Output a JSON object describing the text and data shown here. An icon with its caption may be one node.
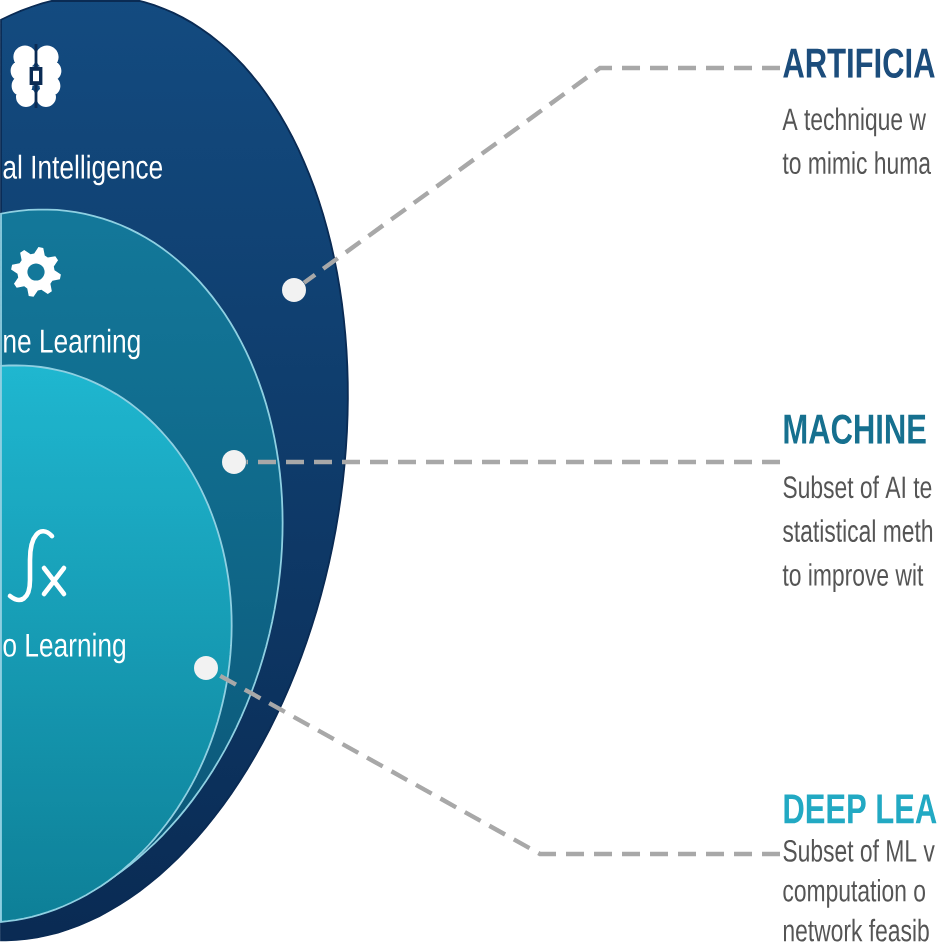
{
  "diagram": {
    "nodes": [
      {
        "text": [
          "al Intelligence"
        ]
      },
      {
        "text": [
          "ne Learning"
        ],
        "in": 0
      },
      {
        "text": [
          "o Learning"
        ],
        "in": 1
      },
      {
        "text": [],
        "shape": "circle",
        "in": 0
      },
      {
        "text": [],
        "shape": "circle",
        "in": 1
      },
      {
        "text": [],
        "shape": "circle",
        "in": 2
      },
      {
        "text": [
          "ARTIFICIA",
          "A technique w to mimic huma"
        ]
      },
      {
        "text": [
          "MACHINE",
          "Subset of AI te statistical meth to improve wit"
        ]
      },
      {
        "text": [
          "DEEP LEA",
          "Subset of ML v computation o network feasib"
        ]
      }
    ],
    "edges": [
      {
        "from": 6,
        "to": 3,
        "arrow": "none",
        "style": "dashed"
      },
      {
        "from": 7,
        "to": 4,
        "arrow": "none",
        "style": "dashed"
      },
      {
        "from": 8,
        "to": 5,
        "arrow": "none",
        "style": "dashed"
      }
    ]
  }
}
